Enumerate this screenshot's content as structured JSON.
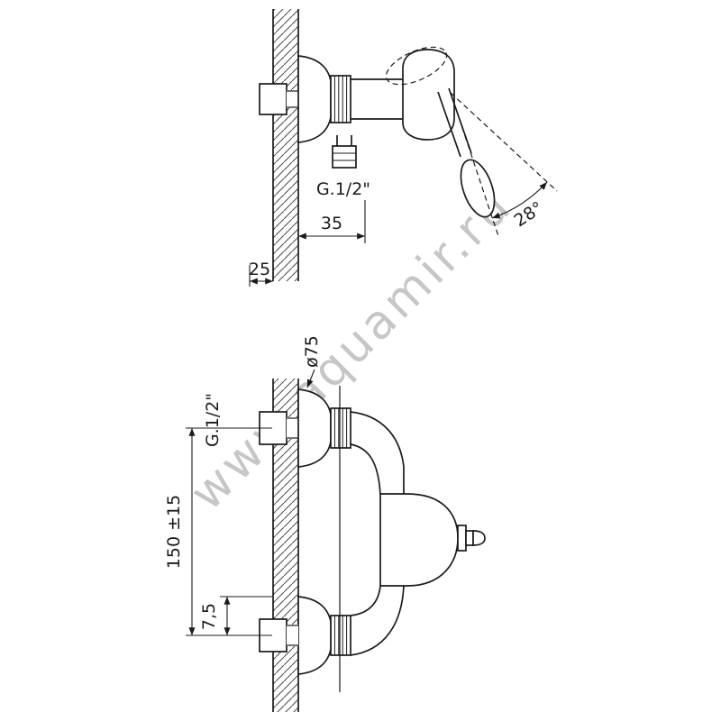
{
  "drawing": {
    "background": "#ffffff",
    "line_color": "#1b1b1b",
    "watermark": {
      "text": "www.aquamir.ru",
      "color": "#bdbdbd"
    },
    "side_view": {
      "outlet_thread_label": "G.1/2\"",
      "outlet_offset_dim": "35",
      "wall_thickness_dim": "25",
      "handle_angle_dim": "28°"
    },
    "front_view": {
      "flange_diameter_dim": "ø75",
      "thread_label": "G.1/2\"",
      "connection_spacing_dim": "150 ±15",
      "outlet_offset_dim": "7,5"
    }
  }
}
